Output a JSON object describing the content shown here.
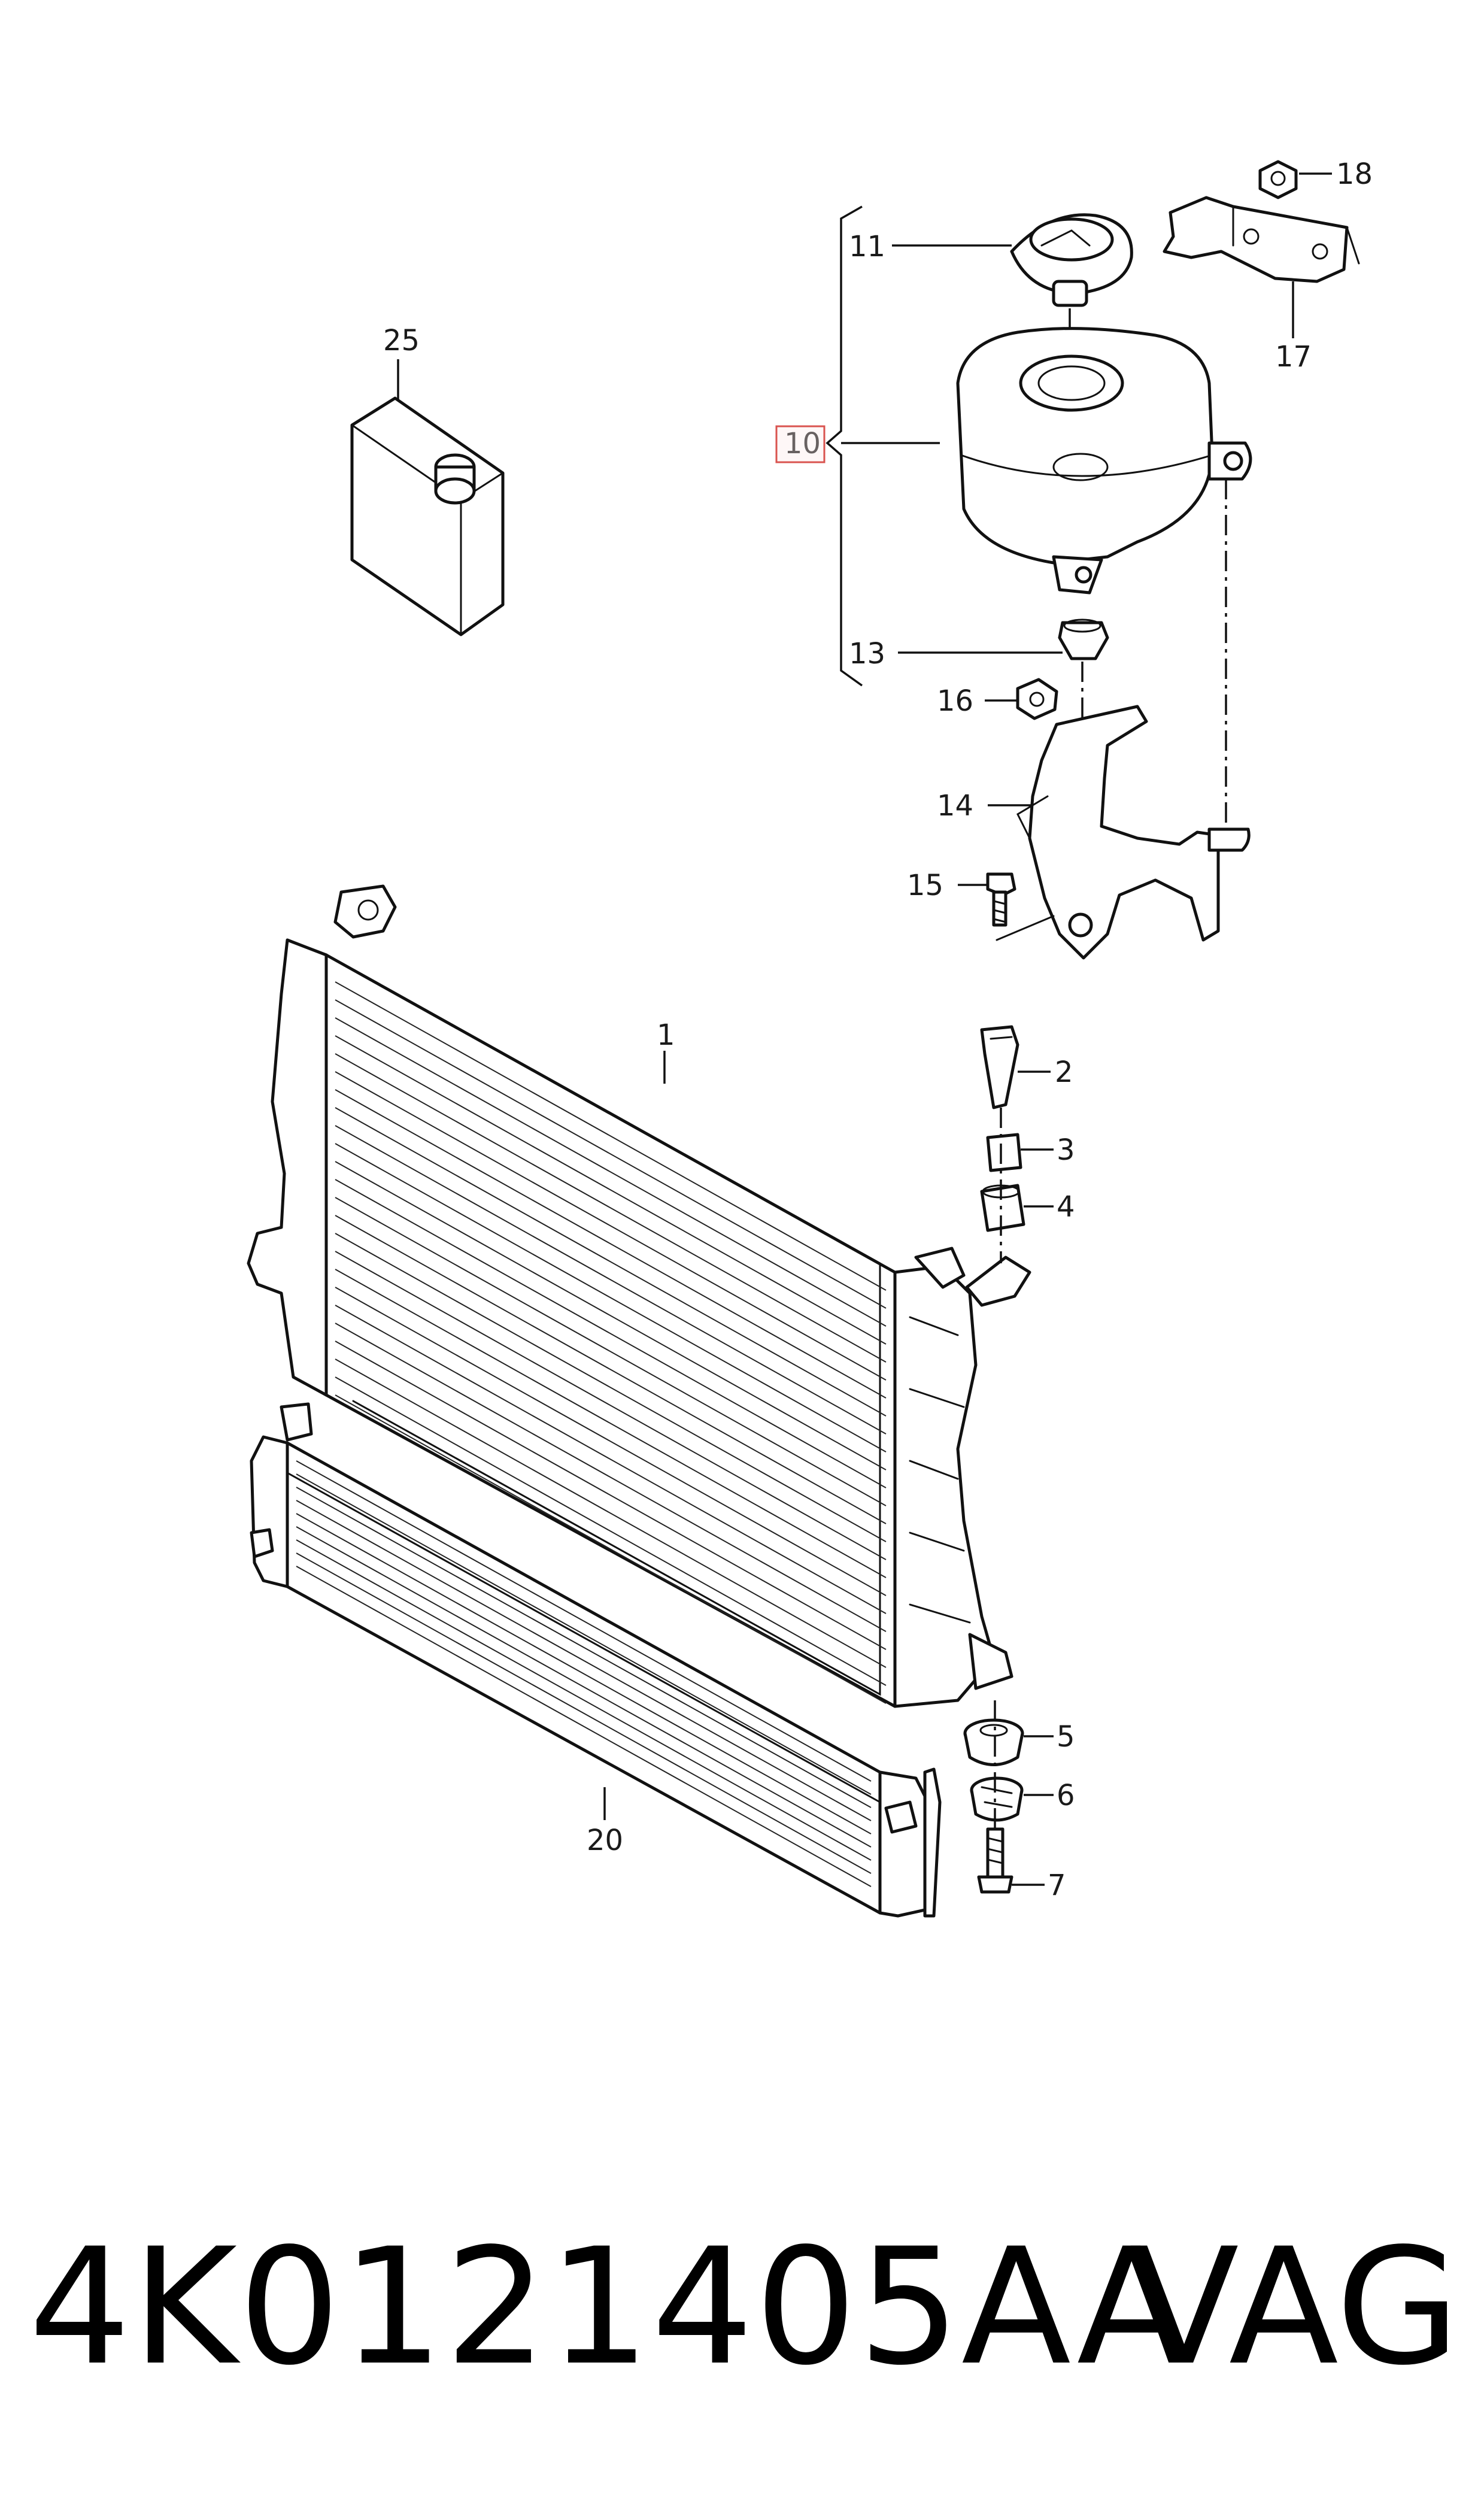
{
  "callouts": {
    "c1": "1",
    "c2": "2",
    "c3": "3",
    "c4": "4",
    "c5": "5",
    "c6": "6",
    "c7": "7",
    "c10": "10",
    "c11": "11",
    "c13": "13",
    "c14": "14",
    "c15": "15",
    "c16": "16",
    "c17": "17",
    "c18": "18",
    "c20": "20",
    "c25": "25"
  },
  "highlight_color": "#d9534f",
  "footer": {
    "part_number": "4K0121405AA",
    "brand": "VAG"
  }
}
